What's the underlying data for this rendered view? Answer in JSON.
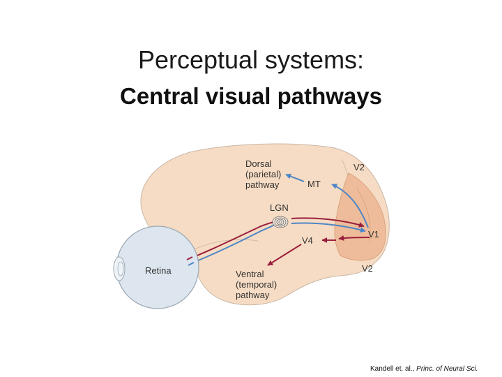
{
  "slide": {
    "title": "Perceptual systems:",
    "subtitle": "Central visual pathways"
  },
  "diagram": {
    "labels": {
      "dorsal_line1": "Dorsal",
      "dorsal_line2": "(parietal)",
      "dorsal_line3": "pathway",
      "mt": "MT",
      "v2_top": "V2",
      "lgn": "LGN",
      "v1": "V1",
      "v4": "V4",
      "retina": "Retina",
      "ventral_line1": "Ventral",
      "ventral_line2": "(temporal)",
      "ventral_line3": "pathway",
      "v2_bottom": "V2"
    },
    "colors": {
      "cortex": "#f6dcc4",
      "cortex_outline": "#c9b6a4",
      "visual_area": "#eebc9a",
      "eye": "#dde6ef",
      "eye_outline": "#9aa6b1",
      "magno_pathway": "#4d86c7",
      "parvo_pathway": "#9a1f3d"
    }
  },
  "citation": {
    "prefix": "Kandell et. al., ",
    "source": "Princ. of Neural Sci."
  }
}
